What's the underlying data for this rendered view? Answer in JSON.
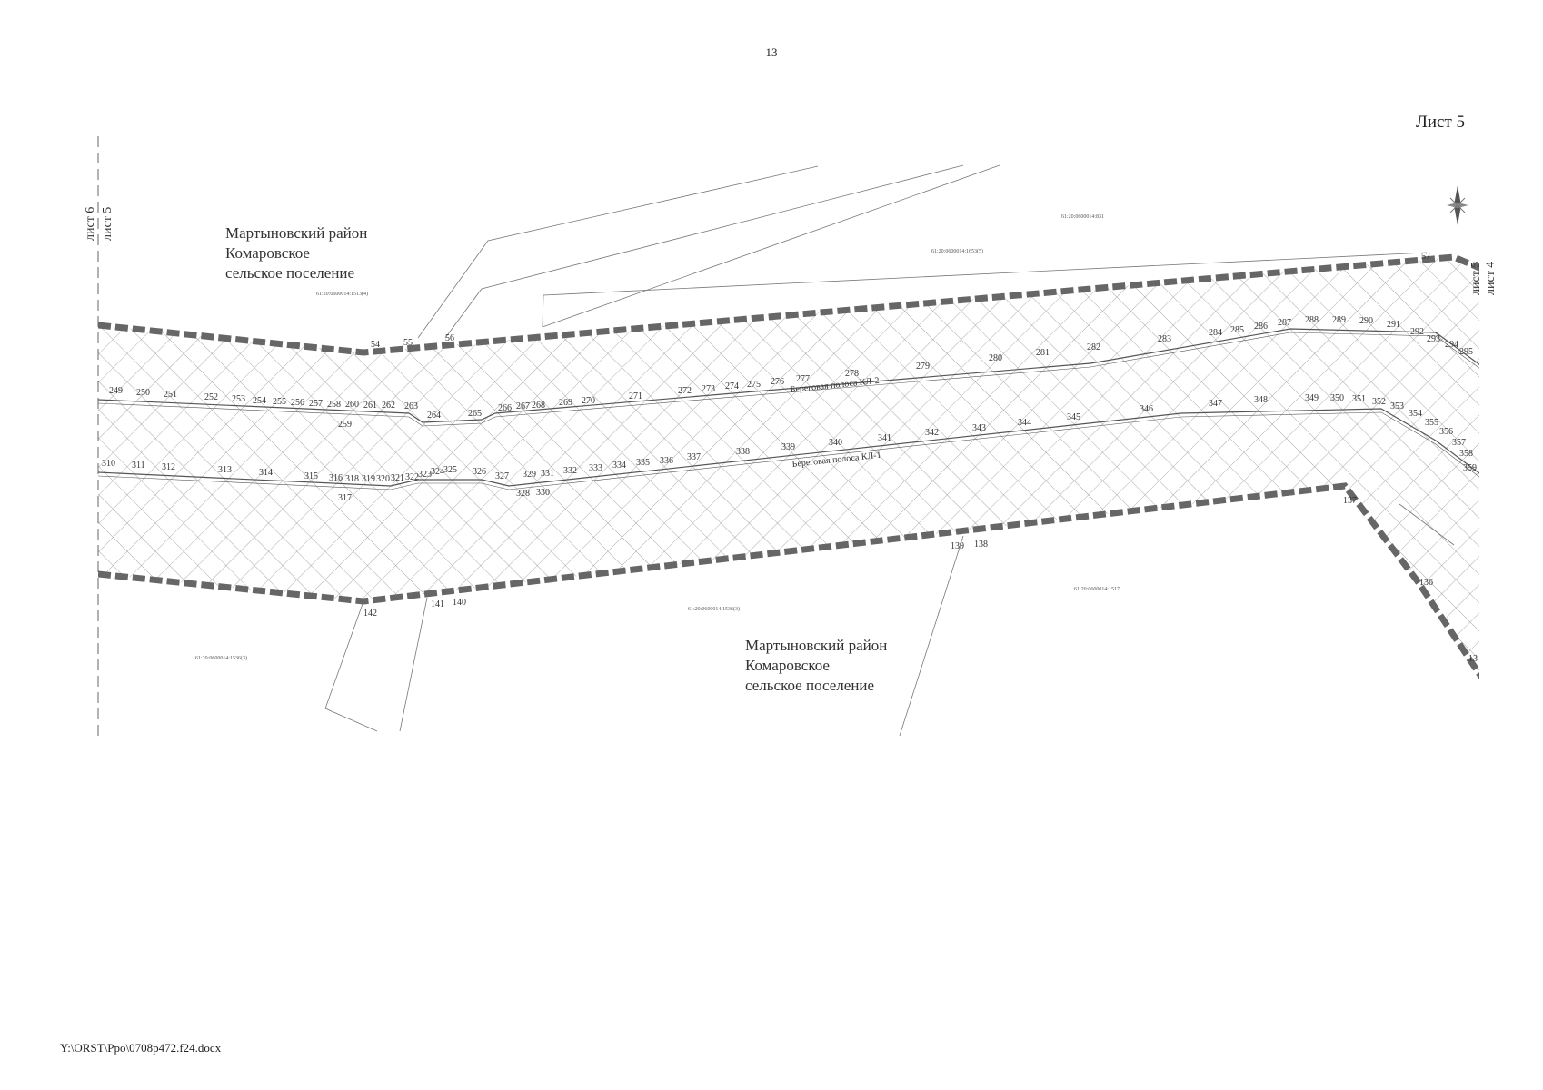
{
  "page_number": "13",
  "sheet_label": "Лист 5",
  "footer_path": "Y:\\ORST\\Ppo\\0708p472.f24.docx",
  "sheet_refs": {
    "left_top": "лист 6",
    "left_bottom": "лист 5",
    "right_top": "лист 5",
    "right_bottom": "лист 4"
  },
  "place_labels": {
    "north": [
      "Мартыновский район",
      "Комаровское",
      "сельское поселение"
    ],
    "south": [
      "Мартыновский район",
      "Комаровское",
      "сельское поселение"
    ]
  },
  "shore_strips": {
    "upper": "Береговая полоса КЛ-2",
    "lower": "Береговая полоса КЛ-1"
  },
  "cadastral_labels": [
    "61:20:0600014:1513(4)",
    "61:20:0600014:1653(5)",
    "61:20:0600014:831",
    "61:20:0600014:1536(3)",
    "61:20:0600014:1536(3)",
    "61:20:0600014:1517"
  ],
  "boundary_points": {
    "north": [
      "54",
      "55",
      "56",
      "57"
    ],
    "south": [
      "142",
      "141",
      "140",
      "139",
      "138",
      "137",
      "136",
      "13"
    ]
  },
  "upper_points": [
    "249",
    "250",
    "251",
    "252",
    "253",
    "254",
    "255",
    "256",
    "257",
    "258",
    "260",
    "261",
    "262",
    "263",
    "264",
    "265",
    "266",
    "267",
    "268",
    "269",
    "270",
    "271",
    "272",
    "273",
    "274",
    "275",
    "276",
    "277",
    "278",
    "279",
    "280",
    "281",
    "282",
    "283",
    "284",
    "285",
    "286",
    "287",
    "288",
    "289",
    "290",
    "291",
    "292",
    "293",
    "294",
    "295"
  ],
  "lower_points": [
    "310",
    "311",
    "312",
    "313",
    "314",
    "315",
    "316",
    "318",
    "319",
    "320",
    "321",
    "322",
    "323",
    "324",
    "325",
    "326",
    "327",
    "329",
    "331",
    "332",
    "333",
    "334",
    "335",
    "336",
    "337",
    "338",
    "339",
    "340",
    "341",
    "342",
    "343",
    "344",
    "345",
    "346",
    "347",
    "348",
    "349",
    "350",
    "351",
    "352",
    "353",
    "354",
    "355",
    "356",
    "357",
    "358",
    "359"
  ],
  "lower_points_below": [
    "259",
    "317",
    "328",
    "330"
  ]
}
